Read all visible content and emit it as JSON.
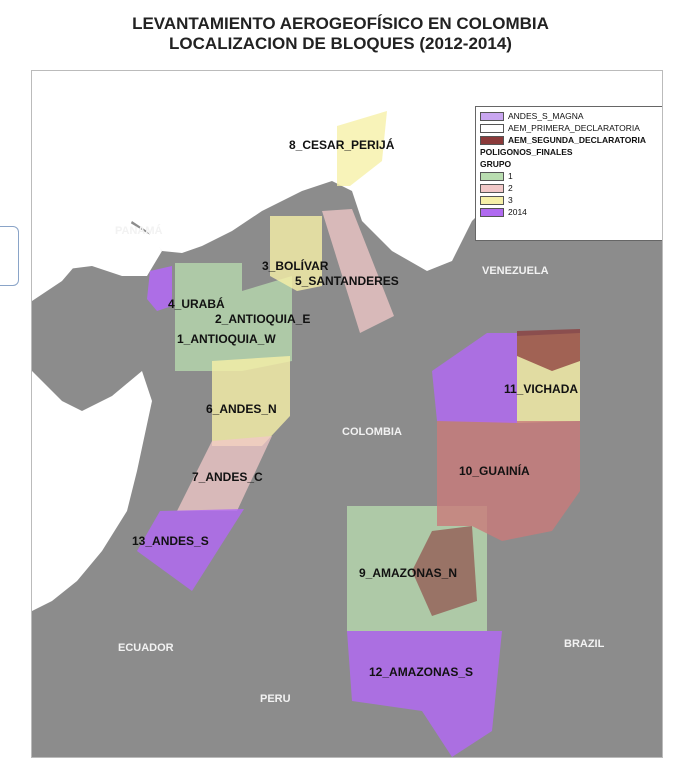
{
  "title": {
    "line1": "LEVANTAMIENTO AEROGEOFÍSICO EN COLOMBIA",
    "line2": "LOCALIZACION DE BLOQUES (2012-2014)"
  },
  "legend": {
    "items": [
      {
        "label": "ANDES_S_MAGNA",
        "color": "#c9a6f0"
      },
      {
        "label": "AEM_PRIMERA_DECLARATORIA",
        "color": "#ffffff"
      },
      {
        "label": "AEM_SEGUNDA_DECLARATORIA",
        "color": "#8b3a3a"
      }
    ],
    "heading": "POLIGONOS_FINALES",
    "group_heading": "GRUPO",
    "groups": [
      {
        "label": "1",
        "color": "#b9ddb0"
      },
      {
        "label": "2",
        "color": "#f2c8c8"
      },
      {
        "label": "3",
        "color": "#f6f0a8"
      },
      {
        "label": "2014",
        "color": "#b06af0"
      }
    ]
  },
  "blocks": [
    {
      "label": "8_CESAR_PERIJÁ",
      "group": "3"
    },
    {
      "label": "3_BOLÍVAR",
      "group": "3"
    },
    {
      "label": "5_SANTANDERES",
      "group": "2"
    },
    {
      "label": "4_URABÁ",
      "group": "2014"
    },
    {
      "label": "2_ANTIOQUIA_E",
      "group": "1"
    },
    {
      "label": "1_ANTIOQUIA_W",
      "group": "1"
    },
    {
      "label": "6_ANDES_N",
      "group": "3"
    },
    {
      "label": "7_ANDES_C",
      "group": "2"
    },
    {
      "label": "13_ANDES_S",
      "group": "2014"
    },
    {
      "label": "11_VICHADA",
      "group": "3"
    },
    {
      "label": "10_GUAINÍA",
      "group": "2"
    },
    {
      "label": "9_AMAZONAS_N",
      "group": "1"
    },
    {
      "label": "12_AMAZONAS_S",
      "group": "2014"
    }
  ],
  "countries": {
    "panama": "PANAMÁ",
    "venezuela": "VENEZUELA",
    "colombia": "COLOMBIA",
    "ecuador": "ECUADOR",
    "brazil": "BRAZIL",
    "peru": "PERU"
  },
  "colors": {
    "sea": "#8c8c8c",
    "land": "#ffffff",
    "group1": "#b9ddb0",
    "group2": "#f2c8c8",
    "group3": "#f6f0a8",
    "group2014": "#b06af0",
    "aem2": "#8b3a3a"
  }
}
